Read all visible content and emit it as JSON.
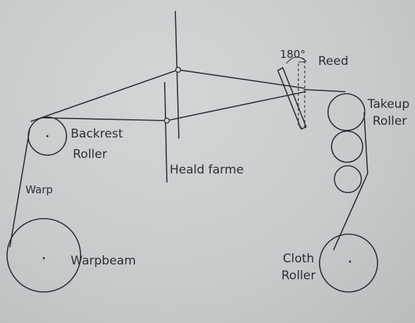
{
  "labels": {
    "backrest_roller": [
      "Backrest",
      "Roller"
    ],
    "warp": "Warp",
    "warpbeam": "Warpbeam",
    "heald_frame": "Heald farme",
    "reed": "Reed",
    "angle": "180°",
    "takeup_roller": [
      "Takeup",
      "Roller"
    ],
    "cloth_roller": [
      "Cloth",
      "Roller"
    ]
  }
}
